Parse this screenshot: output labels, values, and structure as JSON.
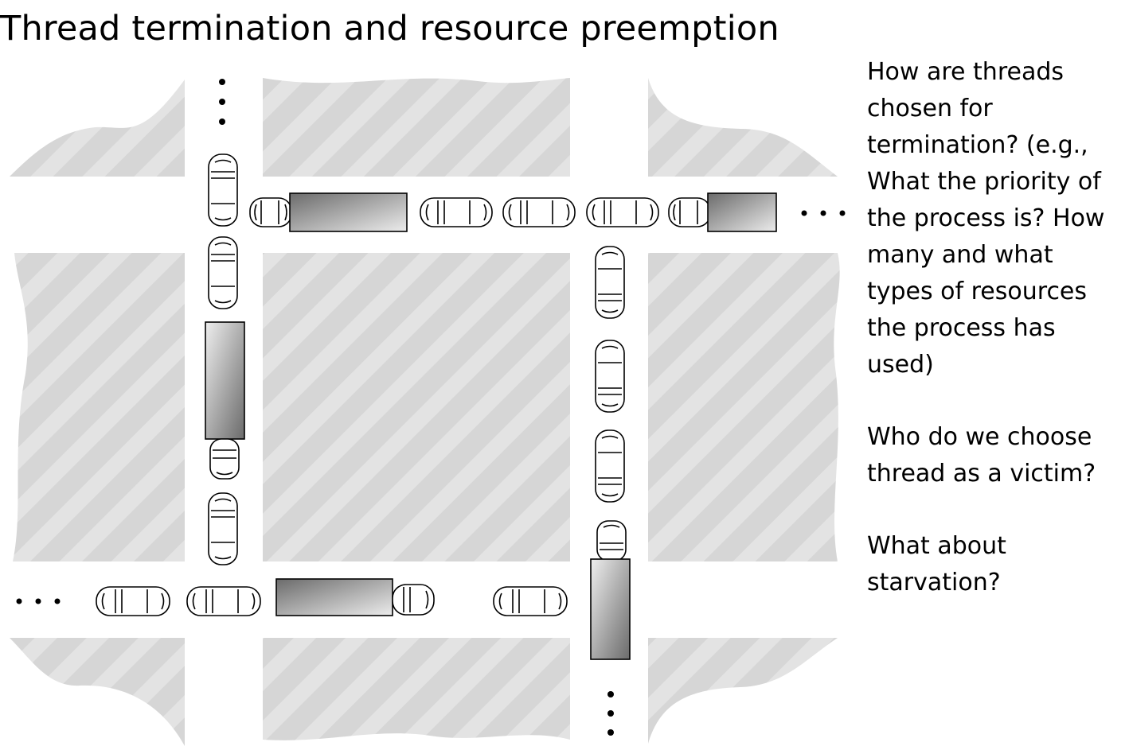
{
  "slide": {
    "title": "Thread termination and resource preemption"
  },
  "notes": [
    "How are threads chosen for termination? (e.g., What the priority of the process is? How many and what types of resources the process has used)",
    "Who do we choose thread as a victim?",
    "What about starvation?"
  ],
  "diagram": {
    "description_icon": "traffic-gridlock-icon",
    "colors": {
      "block": "#d8d8d8",
      "truck_dark": "#6e6e6e",
      "truck_light": "#e2e2e2"
    }
  }
}
